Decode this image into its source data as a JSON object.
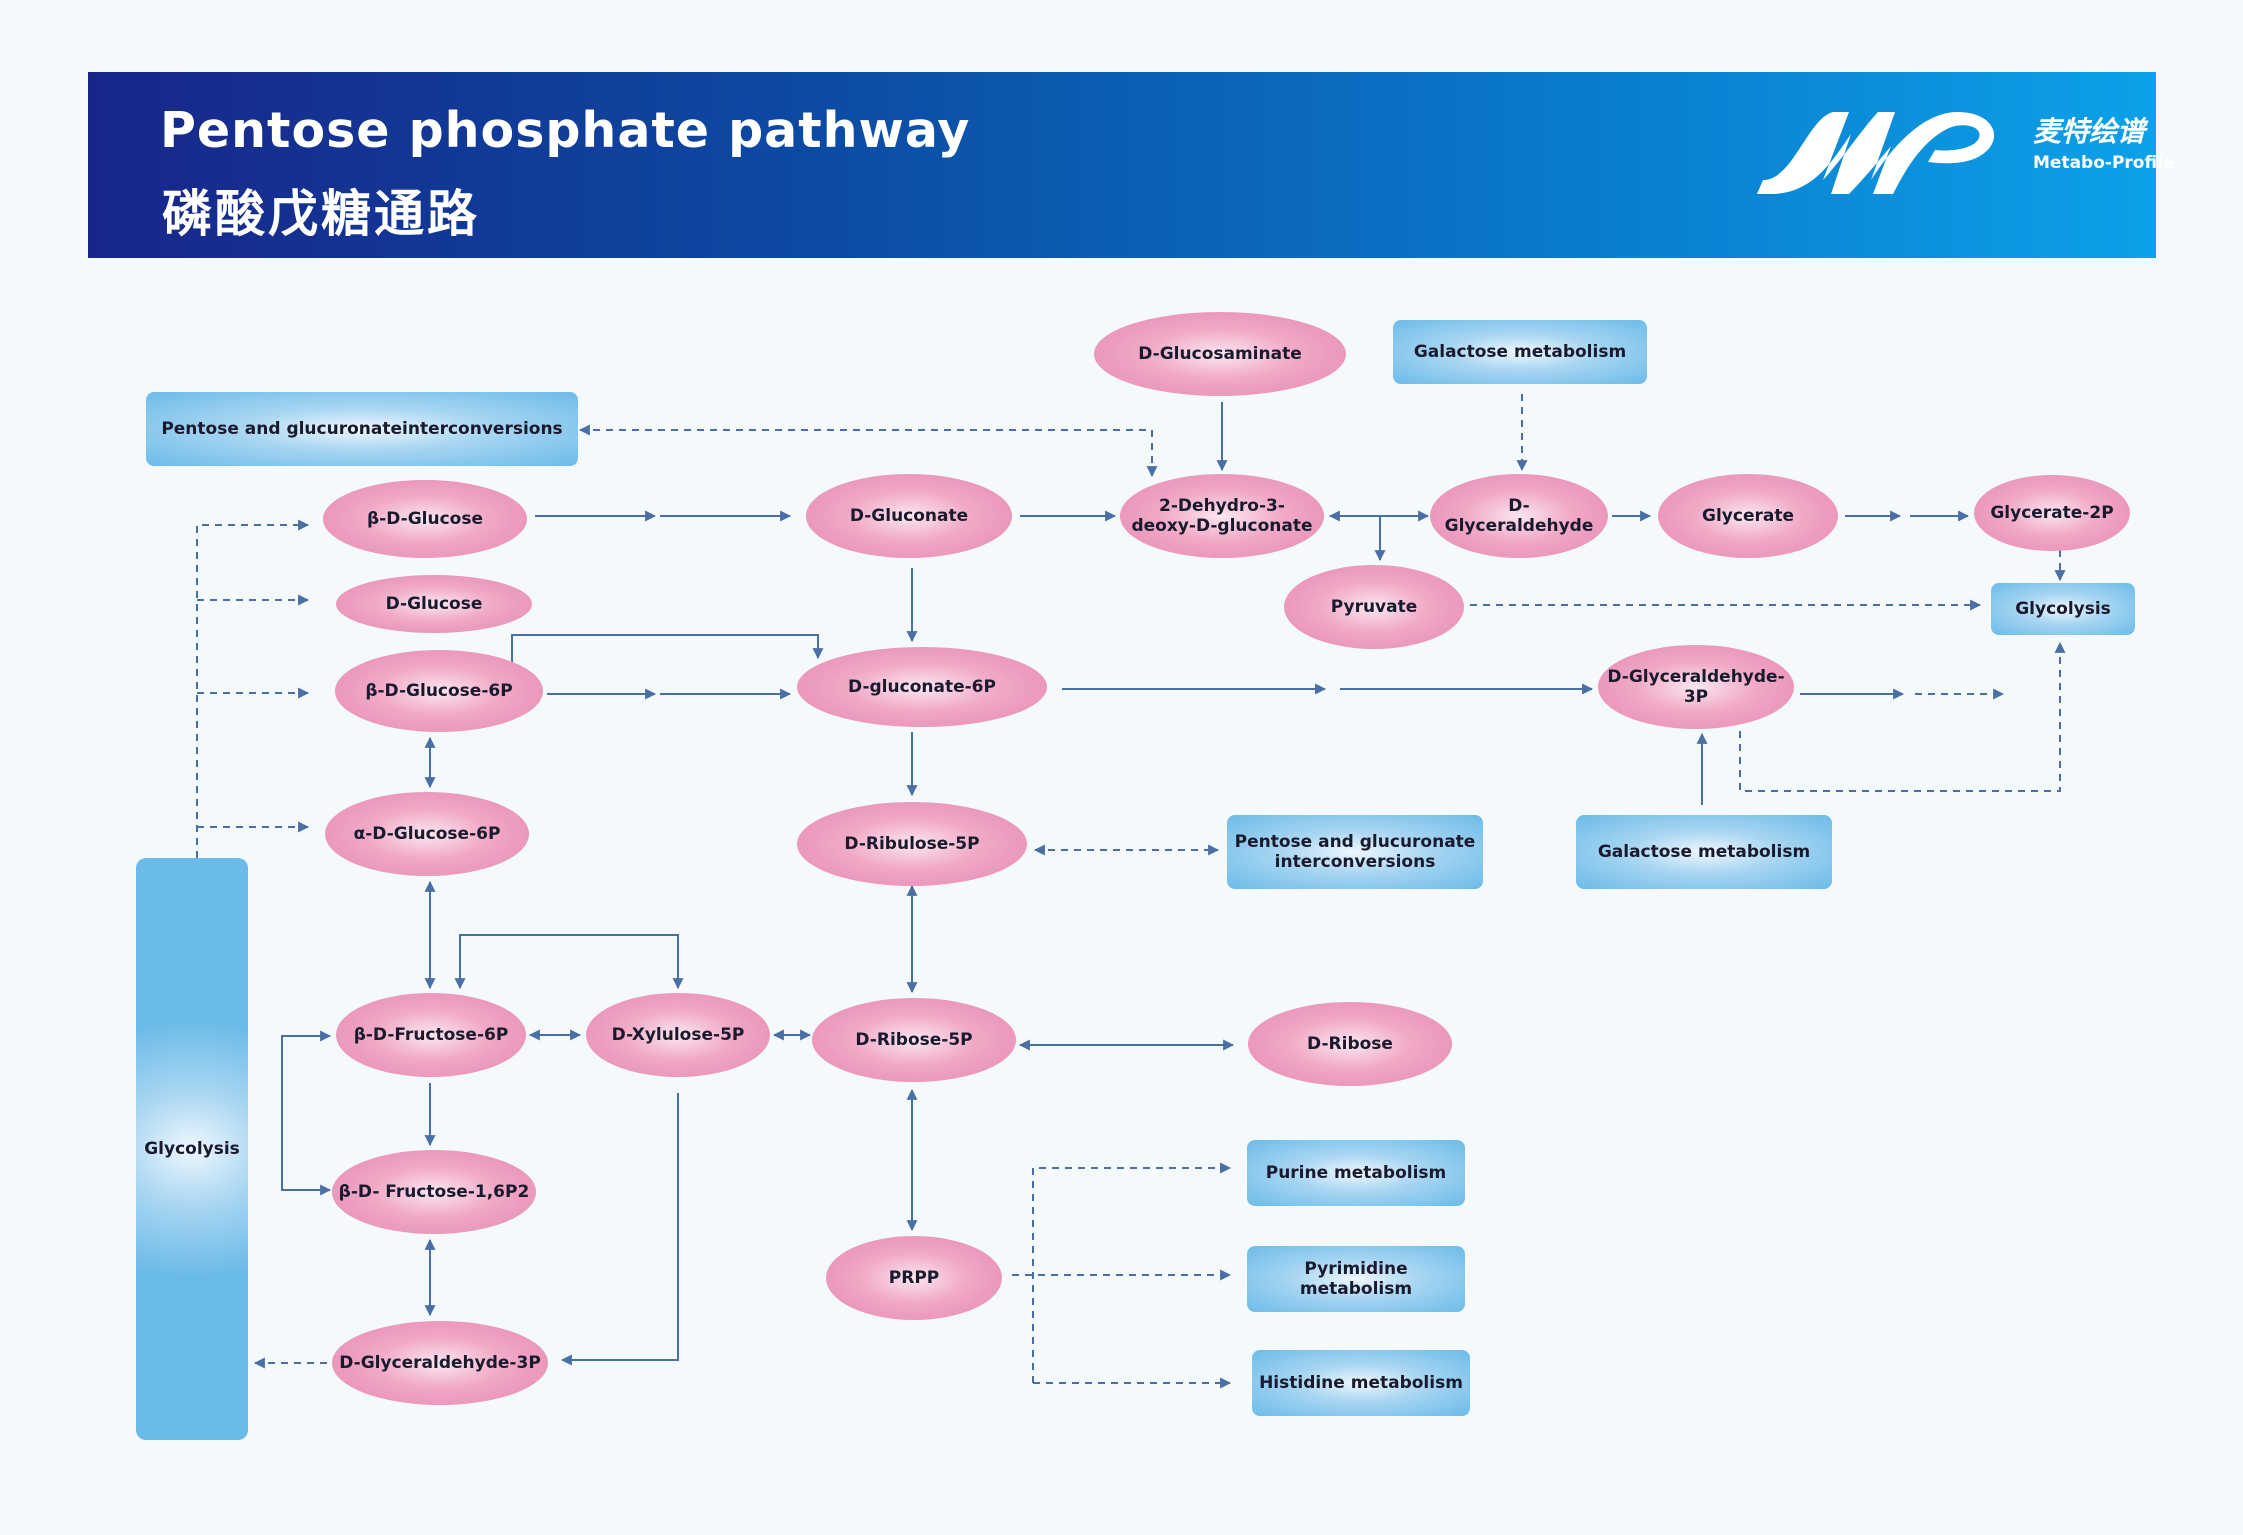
{
  "header": {
    "title": "Pentose phosphate pathway",
    "subtitle": "磷酸戊糖通路",
    "logo_cn": "麦特绘谱",
    "logo_en": "Metabo-Profile"
  },
  "colors": {
    "header_start": "#18268a",
    "header_end": "#0ca1e8",
    "metabolite": "#e486b0",
    "pathway_box": "#6bbbe8",
    "arrow": "#4a6fa5"
  },
  "nodes": {
    "b_d_glucose": "β-D-Glucose",
    "d_glucose": "D-Glucose",
    "b_d_glucose_6p": "β-D-Glucose-6P",
    "a_d_glucose_6p": "α-D-Glucose-6P",
    "b_d_fructose_6p": "β-D-Fructose-6P",
    "b_d_fructose_16p2": "β-D- Fructose-1,6P2",
    "d_glyceraldehyde_3p_left": "D-Glyceraldehyde-3P",
    "d_xylulose_5p": "D-Xylulose-5P",
    "d_gluconate": "D-Gluconate",
    "d_gluconate_6p": "D-gluconate-6P",
    "d_ribulose_5p": "D-Ribulose-5P",
    "d_ribose_5p": "D-Ribose-5P",
    "prpp": "PRPP",
    "d_ribose": "D-Ribose",
    "d_glucosaminate": "D-Glucosaminate",
    "dehydro_deoxy_gluconate": "2-Dehydro-3-\ndeoxy-D-gluconate",
    "pyruvate": "Pyruvate",
    "d_glyceraldehyde": "D-Glyceraldehyde",
    "glycerate": "Glycerate",
    "glycerate_2p": "Glycerate-2P",
    "d_glyceraldehyde_3p_right": "D-Glyceraldehyde-3P"
  },
  "pathways": {
    "pentose_glucuronate_top": "Pentose and glucuronateinterconversions",
    "galactose_top": "Galactose metabolism",
    "glycolysis_right": "Glycolysis",
    "pentose_glucuronate_mid": "Pentose and glucuronate\ninterconversions",
    "galactose_mid": "Galactose metabolism",
    "purine": "Purine metabolism",
    "pyrimidine": "Pyrimidine metabolism",
    "histidine": "Histidine metabolism",
    "glycolysis_left": "Glycolysis"
  }
}
